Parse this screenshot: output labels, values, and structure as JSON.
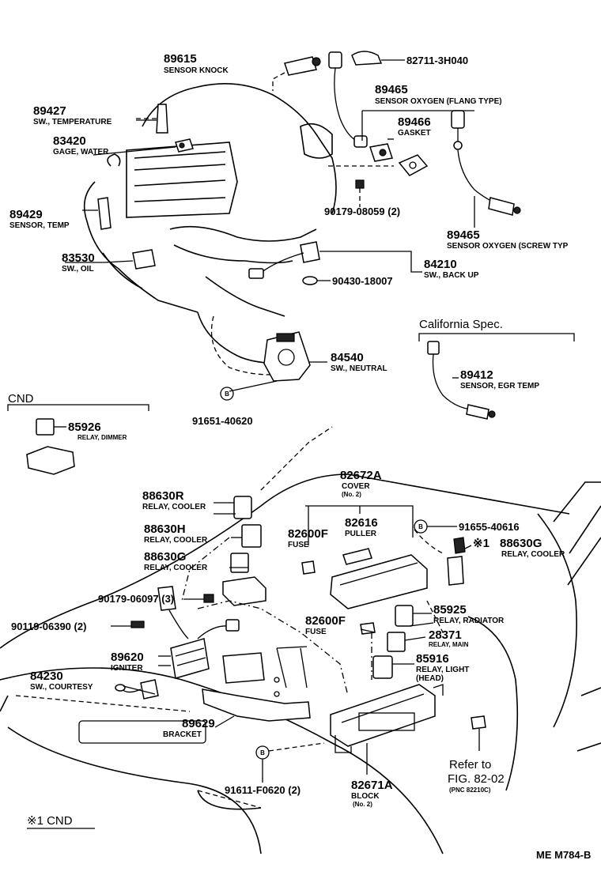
{
  "labels": {
    "p89615": {
      "num": "89615",
      "desc": "SENSOR KNOCK"
    },
    "p82711": {
      "num": "82711-3H040"
    },
    "p89427": {
      "num": "89427",
      "desc": "SW., TEMPERATURE"
    },
    "p89465a": {
      "num": "89465",
      "desc": "SENSOR OXYGEN (FLANG TYPE)"
    },
    "p83420": {
      "num": "83420",
      "desc": "GAGE, WATER"
    },
    "p89466": {
      "num": "89466",
      "desc": "GASKET"
    },
    "p89429": {
      "num": "89429",
      "desc": "SENSOR, TEMP"
    },
    "p90179a": {
      "num": "90179-08059 (2)"
    },
    "p89465b": {
      "num": "89465",
      "desc": "SENSOR OXYGEN (SCREW TYP"
    },
    "p83530": {
      "num": "83530",
      "desc": "SW., OIL"
    },
    "p84210": {
      "num": "84210",
      "desc": "SW., BACK UP"
    },
    "p90430": {
      "num": "90430-18007"
    },
    "p84540": {
      "num": "84540",
      "desc": "SW., NEUTRAL"
    },
    "p89412": {
      "num": "89412",
      "desc": "SENSOR, EGR TEMP"
    },
    "p91651": {
      "num": "91651-40620"
    },
    "p85926": {
      "num": "85926",
      "desc": "RELAY, DIMMER"
    },
    "p82672A": {
      "num": "82672A",
      "desc": "COVER",
      "sub": "(No. 2)"
    },
    "p88630R": {
      "num": "88630R",
      "desc": "RELAY, COOLER"
    },
    "p82616": {
      "num": "82616",
      "desc": "PULLER"
    },
    "p82600Fa": {
      "num": "82600F",
      "desc": "FUSE"
    },
    "p91655": {
      "num": "91655-40616"
    },
    "p88630H": {
      "num": "88630H",
      "desc": "RELAY, COOLER"
    },
    "p88630G_r": {
      "num": "88630G",
      "desc": "RELAY, COOLER"
    },
    "p88630G_l": {
      "num": "88630G",
      "desc": "RELAY, COOLER"
    },
    "p90179b": {
      "num": "90179-06097 (3)"
    },
    "p85925": {
      "num": "85925",
      "desc": "RELAY, RADIATOR"
    },
    "p82600Fb": {
      "num": "82600F",
      "desc": "FUSE"
    },
    "p28371": {
      "num": "28371",
      "desc": "RELAY, MAIN"
    },
    "p90119": {
      "num": "90119-06390 (2)"
    },
    "p85916": {
      "num": "85916",
      "desc": "RELAY, LIGHT",
      "sub": "(HEAD)"
    },
    "p89620": {
      "num": "89620",
      "desc": "IGNITER"
    },
    "p84230": {
      "num": "84230",
      "desc": "SW., COURTESY"
    },
    "p89629": {
      "num": "89629",
      "desc": "BRACKET"
    },
    "p91611": {
      "num": "91611-F0620 (2)"
    },
    "p82671A": {
      "num": "82671A",
      "desc": "BLOCK",
      "sub": "(No. 2)"
    },
    "refer": {
      "line1": "Refer to",
      "line2": "FIG. 82-02",
      "line3": "(PNC 82210C)"
    }
  },
  "headers": {
    "california": "California Spec.",
    "cnd": "CND",
    "note1": "※1 CND",
    "mark1": "※1",
    "figure_code": "ME  M784-B"
  },
  "markers": {
    "b": "B"
  }
}
